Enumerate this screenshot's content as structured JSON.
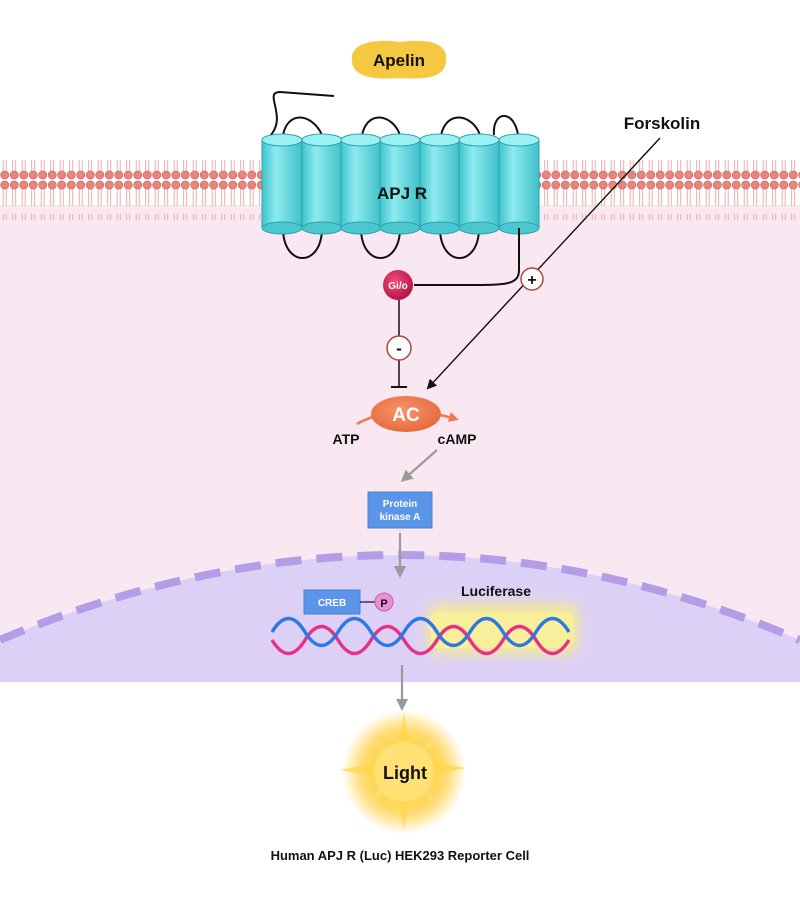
{
  "labels": {
    "apelin": "Apelin",
    "receptor": "APJ R",
    "forskolin": "Forskolin",
    "gio": "Gi/o",
    "plus_sign": "+",
    "minus_sign": "-",
    "ac": "AC",
    "atp": "ATP",
    "camp": "cAMP",
    "pka_line1": "Protein",
    "pka_line2": "kinase A",
    "creb": "CREB",
    "phospho": "P",
    "luciferase": "Luciferase",
    "light": "Light"
  },
  "caption": "Human APJ R (Luc) HEK293 Reporter Cell",
  "colors": {
    "apelin": "#f5c842",
    "receptor": "#5fd8df",
    "membrane_head": "#e8857f",
    "cytoplasm": "#f9e8f1",
    "nucleus": "#dcd0f7",
    "nuclear_envelope": "#b39de6",
    "gio": "#d8174f",
    "ac": "#f07a4f",
    "pka": "#5b95e8",
    "dna_strand_1": "#ea2f86",
    "dna_strand_2": "#2d78e2",
    "luciferase_glow": "#f6ec8e",
    "light": "#ffc107"
  }
}
